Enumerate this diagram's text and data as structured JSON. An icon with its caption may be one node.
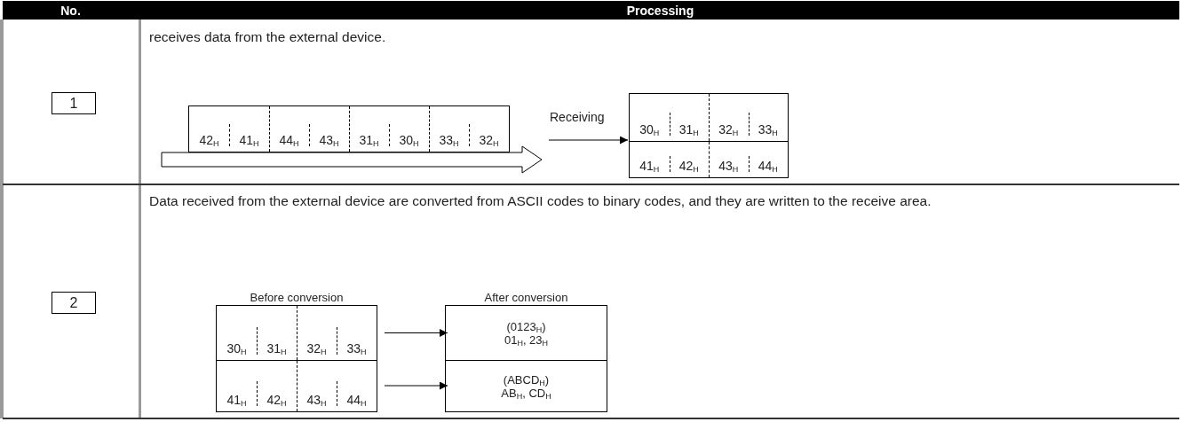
{
  "diagram": {
    "nodes": [
      {
        "text": [
          "42$_{H}$",
          "41$_{H}$",
          "44$_{H}$",
          "43$_{H}$",
          "31$_{H}$",
          "30$_{H}$",
          "33$_{H}$",
          "32$_{H}$"
        ]
      },
      {
        "text": [],
        "shape": "box"
      },
      {
        "text": [
          "30$_{H}$",
          "31$_{H}$",
          "32$_{H}$",
          "33$_{H}$"
        ],
        "in": 1
      },
      {
        "text": [
          "41$_{H}$",
          "42$_{H}$",
          "43$_{H}$",
          "44$_{H}$"
        ],
        "in": 1
      },
      {
        "text": [
          "Before conversion"
        ]
      },
      {
        "text": [
          "30$_{H}$",
          "31$_{H}$",
          "32$_{H}$",
          "33$_{H}$"
        ],
        "in": 4
      },
      {
        "text": [
          "41$_{H}$",
          "42$_{H}$",
          "43$_{H}$",
          "44$_{H}$"
        ],
        "in": 4
      },
      {
        "text": [
          "After conversion"
        ]
      },
      {
        "text": [
          "(0123$_{H}$)",
          "01$_{H}$, 23$_{H}$"
        ],
        "in": 7
      },
      {
        "text": [
          "(ABCD$_{H}$)",
          "AB$_{H}$, CD$_{H}$"
        ],
        "in": 7
      }
    ],
    "edges": [
      {
        "from": null,
        "to": 1,
        "arrow": "to",
        "label": "Receiving"
      },
      {
        "from": 5,
        "to": 8,
        "arrow": "to"
      },
      {
        "from": 6,
        "to": 9,
        "arrow": "to"
      }
    ],
    "labels": [
      "No.",
      "Processing",
      "1",
      "receives data from the external device.",
      "2",
      "Data received from the external device are converted from ASCII codes to binary codes, and they are written to the receive area."
    ]
  }
}
